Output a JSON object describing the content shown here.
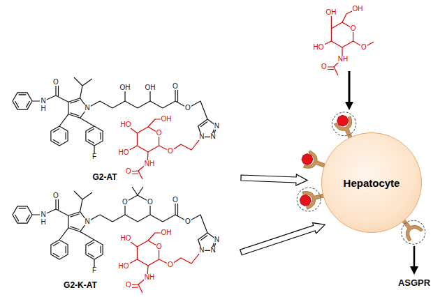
{
  "diagram": {
    "nodes": [
      {
        "text": [
          "G2-AT"
        ]
      },
      {
        "text": [
          "G2-K-AT"
        ]
      },
      {
        "text": [
          "Hepatocyte"
        ]
      }
    ],
    "edges": [
      {
        "from": 0,
        "to": 2,
        "arrow": "to"
      },
      {
        "from": 1,
        "to": 2,
        "arrow": "to"
      }
    ],
    "labels": [
      "O",
      "N",
      "H",
      "N",
      "F",
      "OH",
      "OH",
      "O",
      "O",
      "N",
      "N",
      "N",
      "HO",
      "OH",
      "O",
      "HO",
      "NH",
      "O",
      "O",
      "OH",
      "OH",
      "O",
      "HO",
      "NH",
      "O",
      "O",
      "O",
      "N",
      "H",
      "N",
      "F",
      "O",
      "O",
      "O",
      "O",
      "N",
      "N",
      "N",
      "HO",
      "OH",
      "O",
      "HO",
      "NH",
      "O",
      "O",
      "ASGPR"
    ]
  }
}
